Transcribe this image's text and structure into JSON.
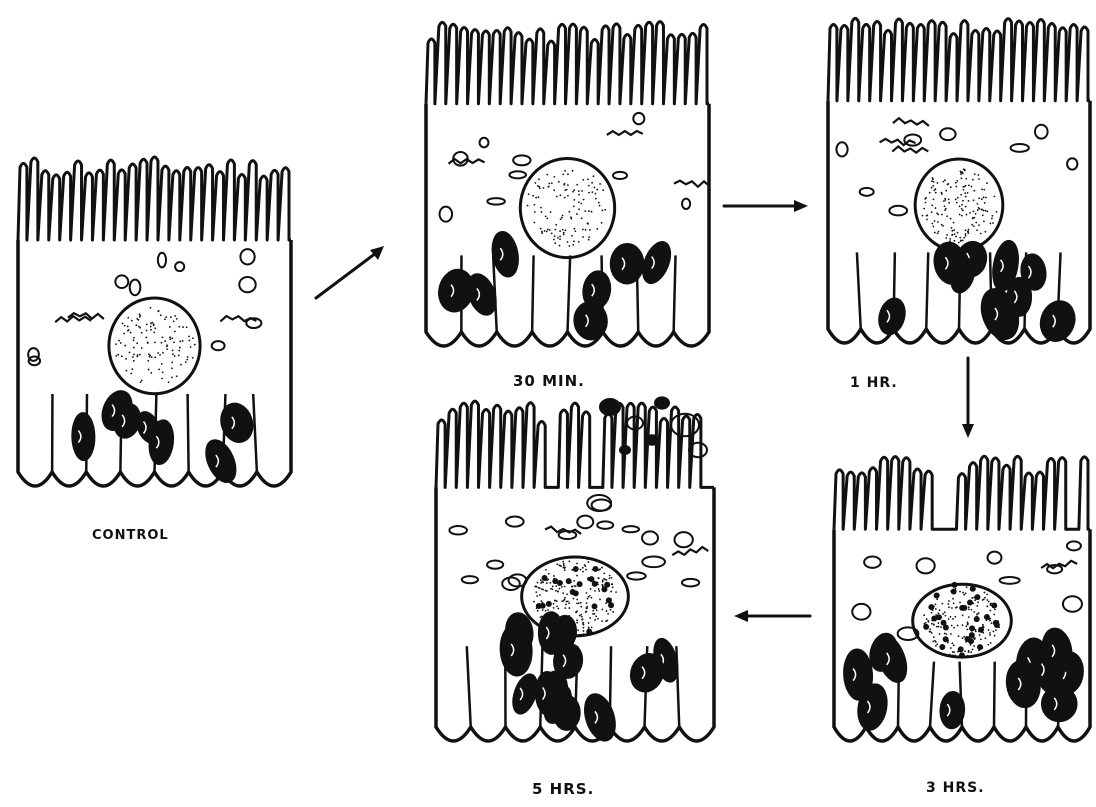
{
  "stages": [
    {
      "id": "control",
      "label": "CONTROL"
    },
    {
      "id": "30min",
      "label": "30 MIN."
    },
    {
      "id": "1hr",
      "label": "1 HR."
    },
    {
      "id": "3hrs",
      "label": "3 HRS."
    },
    {
      "id": "5hrs",
      "label": "5 HRS."
    }
  ],
  "colors": {
    "ink": "#111111",
    "background": "#ffffff"
  }
}
